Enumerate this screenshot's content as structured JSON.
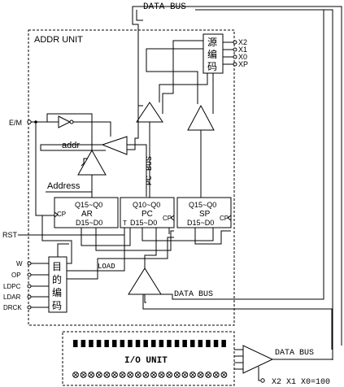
{
  "labels": {
    "data_bus_top": "DATA BUS",
    "addr_unit": "ADDR UNIT",
    "src_encode": [
      "源",
      "编",
      "码"
    ],
    "dst_encode": [
      "目",
      "的",
      "编",
      "码"
    ],
    "addr_line": "addr",
    "address_line": "Address",
    "pc_bus": "PC BUS",
    "em_signal": "E/M",
    "rst_signal": "RST",
    "load_signal": "LOAD",
    "data_bus_mid": "DATA BUS",
    "data_bus_io": "DATA BUS",
    "io_unit": "I/O UNIT",
    "io_select": "X2  X1  X0=100"
  },
  "src_inputs": [
    "X2",
    "X1",
    "X0",
    "XP"
  ],
  "dst_inputs": [
    "W",
    "OP",
    "LDPC",
    "LDAR",
    "DRCK"
  ],
  "registers": {
    "ar": {
      "top": "Q15~Q0",
      "name": "AR",
      "bottom": "D15~D0",
      "cp": "CP"
    },
    "pc": {
      "top": "Q10~Q0",
      "name": "PC",
      "bottom": "D15~D0",
      "cp": "CP",
      "t": "T"
    },
    "sp": {
      "top": "Q15~Q0",
      "name": "SP",
      "bottom": "D15~D0",
      "cp": "CP"
    }
  },
  "io_leds": 20,
  "io_switches": 20
}
